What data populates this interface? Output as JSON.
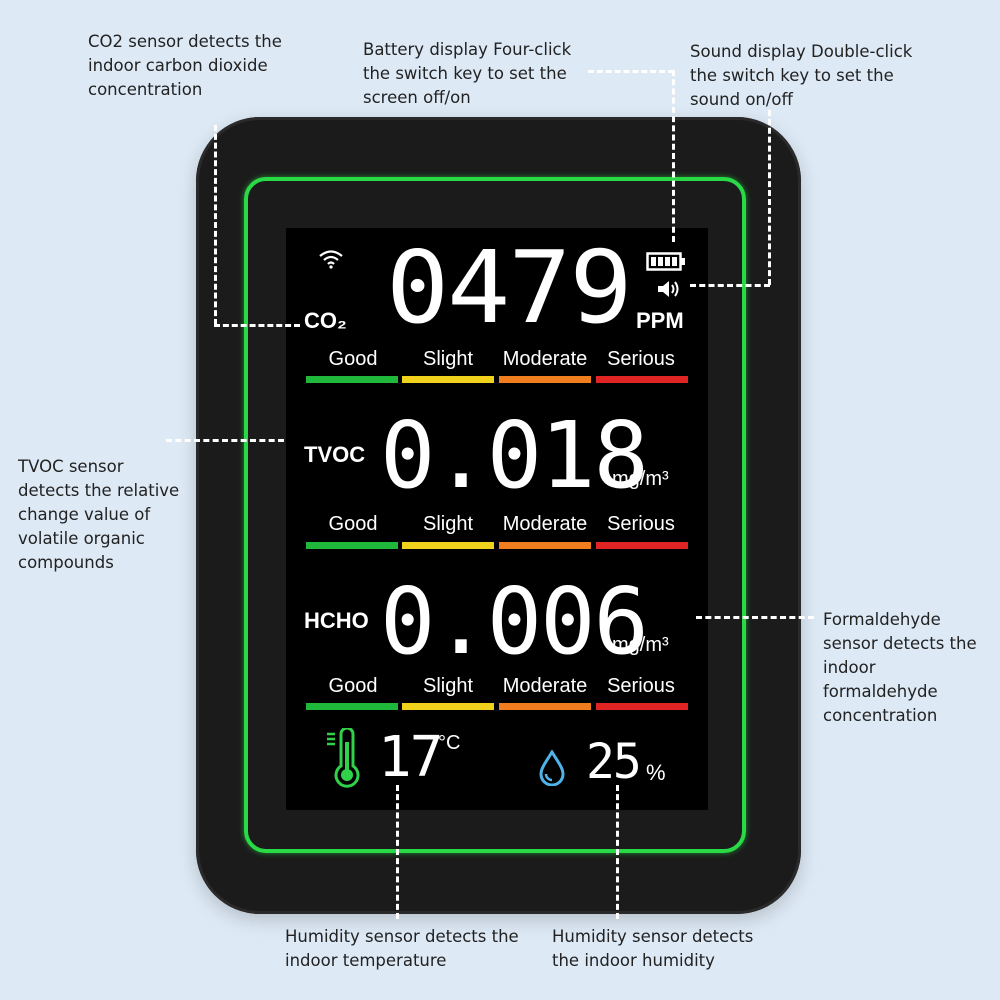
{
  "callouts": {
    "co2": [
      "CO2 sensor detects the",
      "indoor carbon dioxide",
      "concentration"
    ],
    "battery": [
      "Battery display Four-click",
      "the switch key to set the",
      "screen off/on"
    ],
    "sound": [
      "Sound display Double-click",
      "the switch key to set the",
      "sound on/off"
    ],
    "tvoc": [
      "TVOC sensor",
      "detects the relative",
      "change value of",
      "volatile organic",
      "compounds"
    ],
    "hcho": [
      "Formaldehyde",
      "sensor detects the",
      "indoor",
      "formaldehyde",
      "concentration"
    ],
    "temperature": [
      "Humidity sensor detects the",
      "indoor temperature"
    ],
    "humidity": [
      "Humidity sensor detects",
      "the indoor humidity"
    ]
  },
  "screen": {
    "co2": {
      "label": "CO₂",
      "value": "0479",
      "unit": "PPM"
    },
    "tvoc": {
      "label": "TVOC",
      "value": "0.018",
      "unit": "mg/m³"
    },
    "hcho": {
      "label": "HCHO",
      "value": "0.006",
      "unit": "mg/m³"
    },
    "levels": [
      "Good",
      "Slight",
      "Moderate",
      "Serious"
    ],
    "level_colors": [
      "#1fb83a",
      "#f0d21c",
      "#f07d1e",
      "#e02424"
    ],
    "temperature": {
      "value": "17",
      "unit": "°C"
    },
    "humidity": {
      "value": "25",
      "unit": "%"
    },
    "icons": [
      "wifi-icon",
      "battery-icon",
      "speaker-icon",
      "thermometer-icon",
      "water-drop-icon"
    ]
  }
}
